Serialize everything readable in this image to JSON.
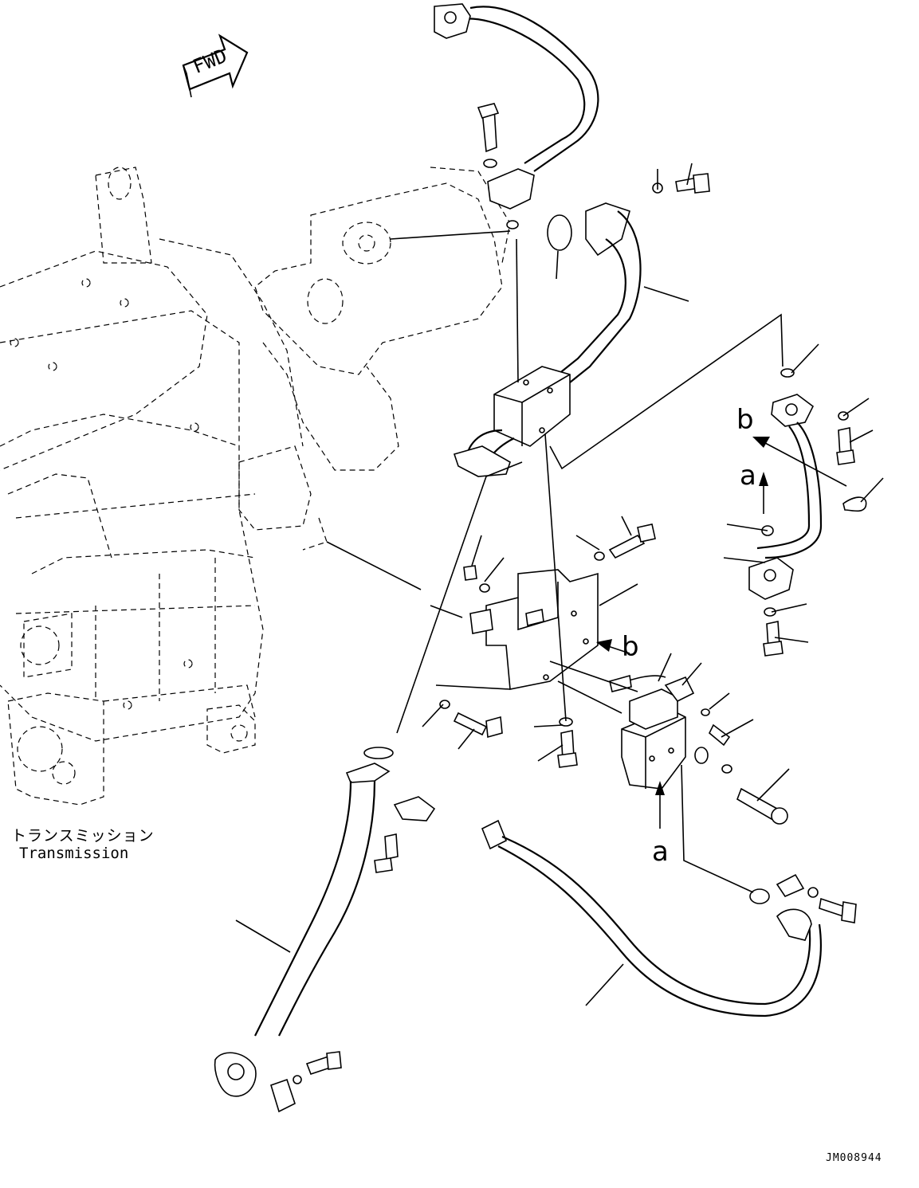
{
  "fwd_label": "FWD",
  "transmission_label_jp": "トランスミッション",
  "transmission_label_en": "Transmission",
  "view_marker_a": "a",
  "view_marker_b": "b",
  "drawing_number": "JM008944",
  "colors": {
    "line": "#000000",
    "background": "#ffffff"
  }
}
